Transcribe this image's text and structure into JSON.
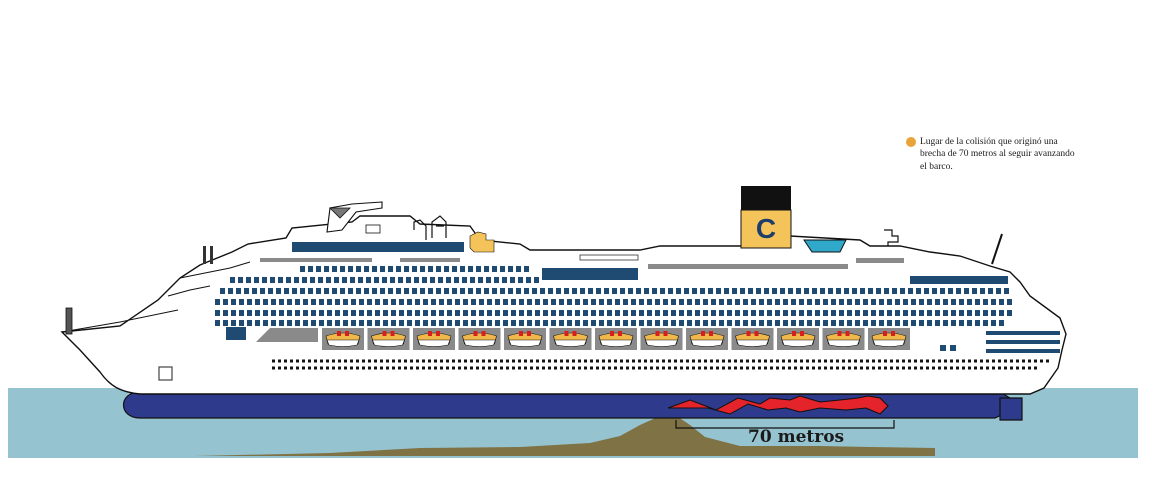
{
  "legend": {
    "text": "Lugar de la colisión que originó una brecha de 70 metros al seguir avanzando el barco.",
    "marker_color": "#e8a33a"
  },
  "measurement": {
    "label": "70 metros"
  },
  "funnel": {
    "letter": "C"
  },
  "colors": {
    "sky": "#ffffff",
    "sea": "#96c3d0",
    "seabed_rock": "#7f7244",
    "hull": "#2e3a8c",
    "hull_stripe": "#1f2a6b",
    "superstructure": "#ffffff",
    "outline": "#111111",
    "windows": "#1f4b73",
    "funnel_yellow": "#f4c45a",
    "funnel_black": "#111111",
    "gash": "#e5232a",
    "lifeboat_gray": "#8a8a8a",
    "lifeboat_orange": "#f0b84b",
    "lifeboat_red": "#d62020",
    "pool": "#2fa8c9",
    "deck_gray": "#8a8a8a"
  },
  "ship": {
    "lifeboat_count": 13
  }
}
